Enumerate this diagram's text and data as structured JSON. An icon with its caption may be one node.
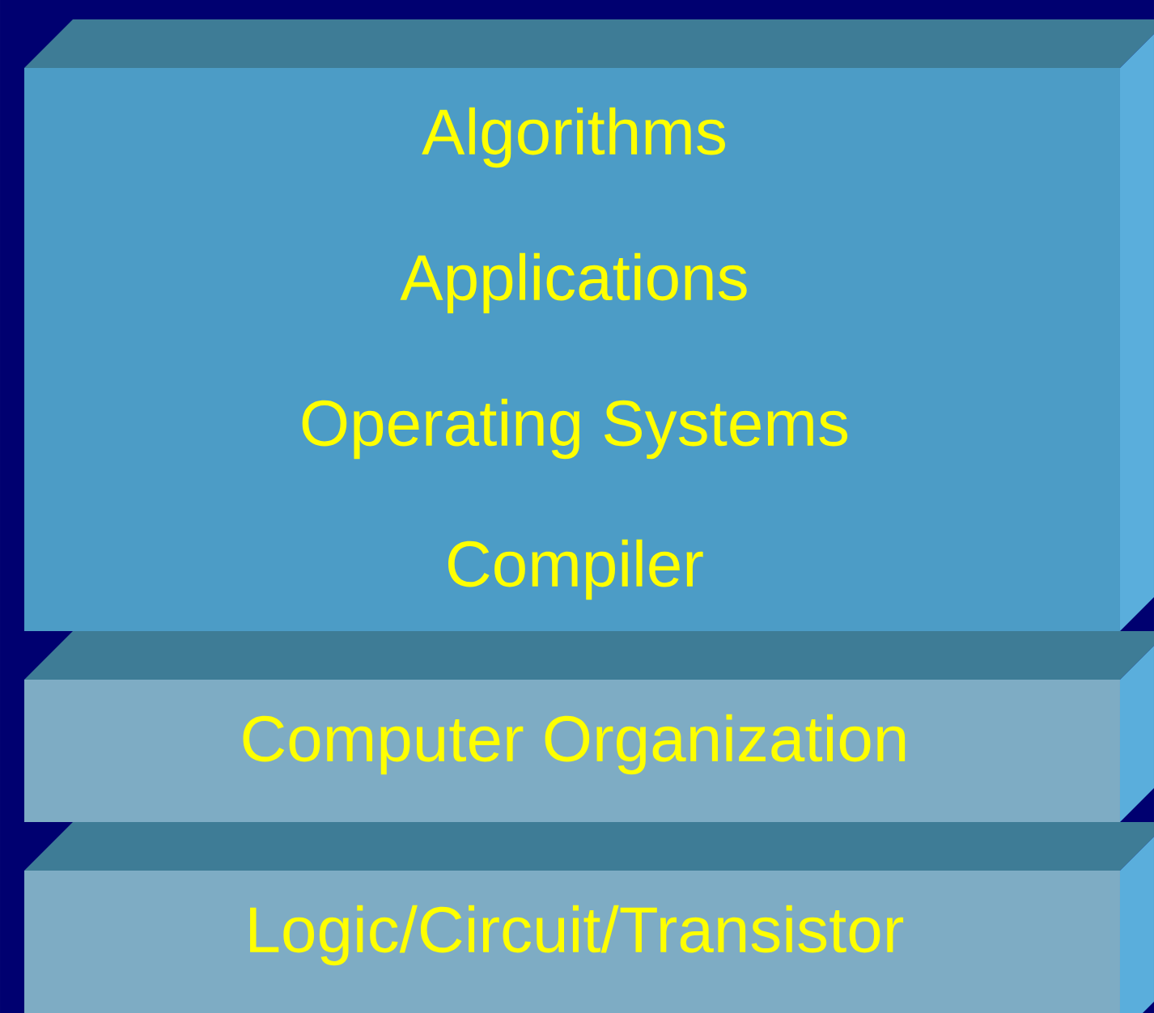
{
  "diagram": {
    "nodes": [
      {
        "text": [
          "Algorithms",
          "Applications",
          "Operating Systems",
          "Compiler"
        ]
      },
      {
        "text": [
          "Computer Organization"
        ]
      },
      {
        "text": [
          "Logic/Circuit/Transistor"
        ]
      }
    ]
  }
}
